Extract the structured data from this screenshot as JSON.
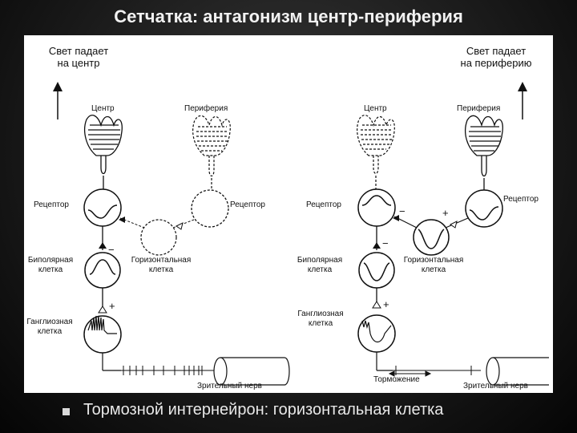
{
  "title": "Сетчатка: антагонизм центр-периферия",
  "left": {
    "light_label_1": "Свет падает",
    "light_label_2": "на центр",
    "center": "Центр",
    "periphery": "Периферия",
    "receptor_left": "Рецептор",
    "receptor_right": "Рецептор",
    "bipolar_1": "Биполярная",
    "bipolar_2": "клетка",
    "horizontal_1": "Горизонтальная",
    "horizontal_2": "клетка",
    "ganglion_1": "Ганглиозная",
    "ganglion_2": "клетка",
    "optic_nerve": "Зрительный нерв",
    "sign_bipolar": "−",
    "sign_ganglion": "+"
  },
  "right": {
    "light_label_1": "Свет падает",
    "light_label_2": "на периферию",
    "center": "Центр",
    "periphery": "Периферия",
    "receptor_left": "Рецептор",
    "receptor_right": "Рецептор",
    "bipolar_1": "Биполярная",
    "bipolar_2": "клетка",
    "horizontal_1": "Горизонтальная",
    "horizontal_2": "клетка",
    "ganglion_1": "Ганглиозная",
    "ganglion_2": "клетка",
    "inhibition": "Торможение",
    "optic_nerve": "Зрительный нерв",
    "sign_receptor_minus": "−",
    "sign_horizontal_plus": "+",
    "sign_bipolar": "−",
    "sign_ganglion": "+"
  },
  "bullet": "Тормозной интернейрон: горизонтальная клетка",
  "colors": {
    "background": "#1c1c1c",
    "panel": "#ffffff",
    "title": "#f2f2f2",
    "ink": "#111111"
  }
}
